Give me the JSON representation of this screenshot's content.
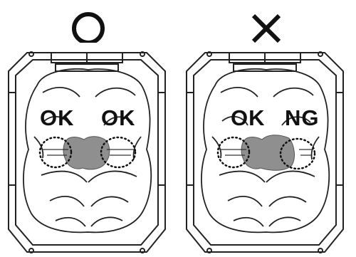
{
  "panels": [
    {
      "verdict": "○",
      "left_label": "OK",
      "right_label": "OK"
    },
    {
      "verdict": "×",
      "left_label": "OK",
      "right_label": "NG"
    }
  ],
  "colors": {
    "line": "#222222",
    "highlight_fill": "#8f8f8f",
    "background": "#ffffff"
  }
}
